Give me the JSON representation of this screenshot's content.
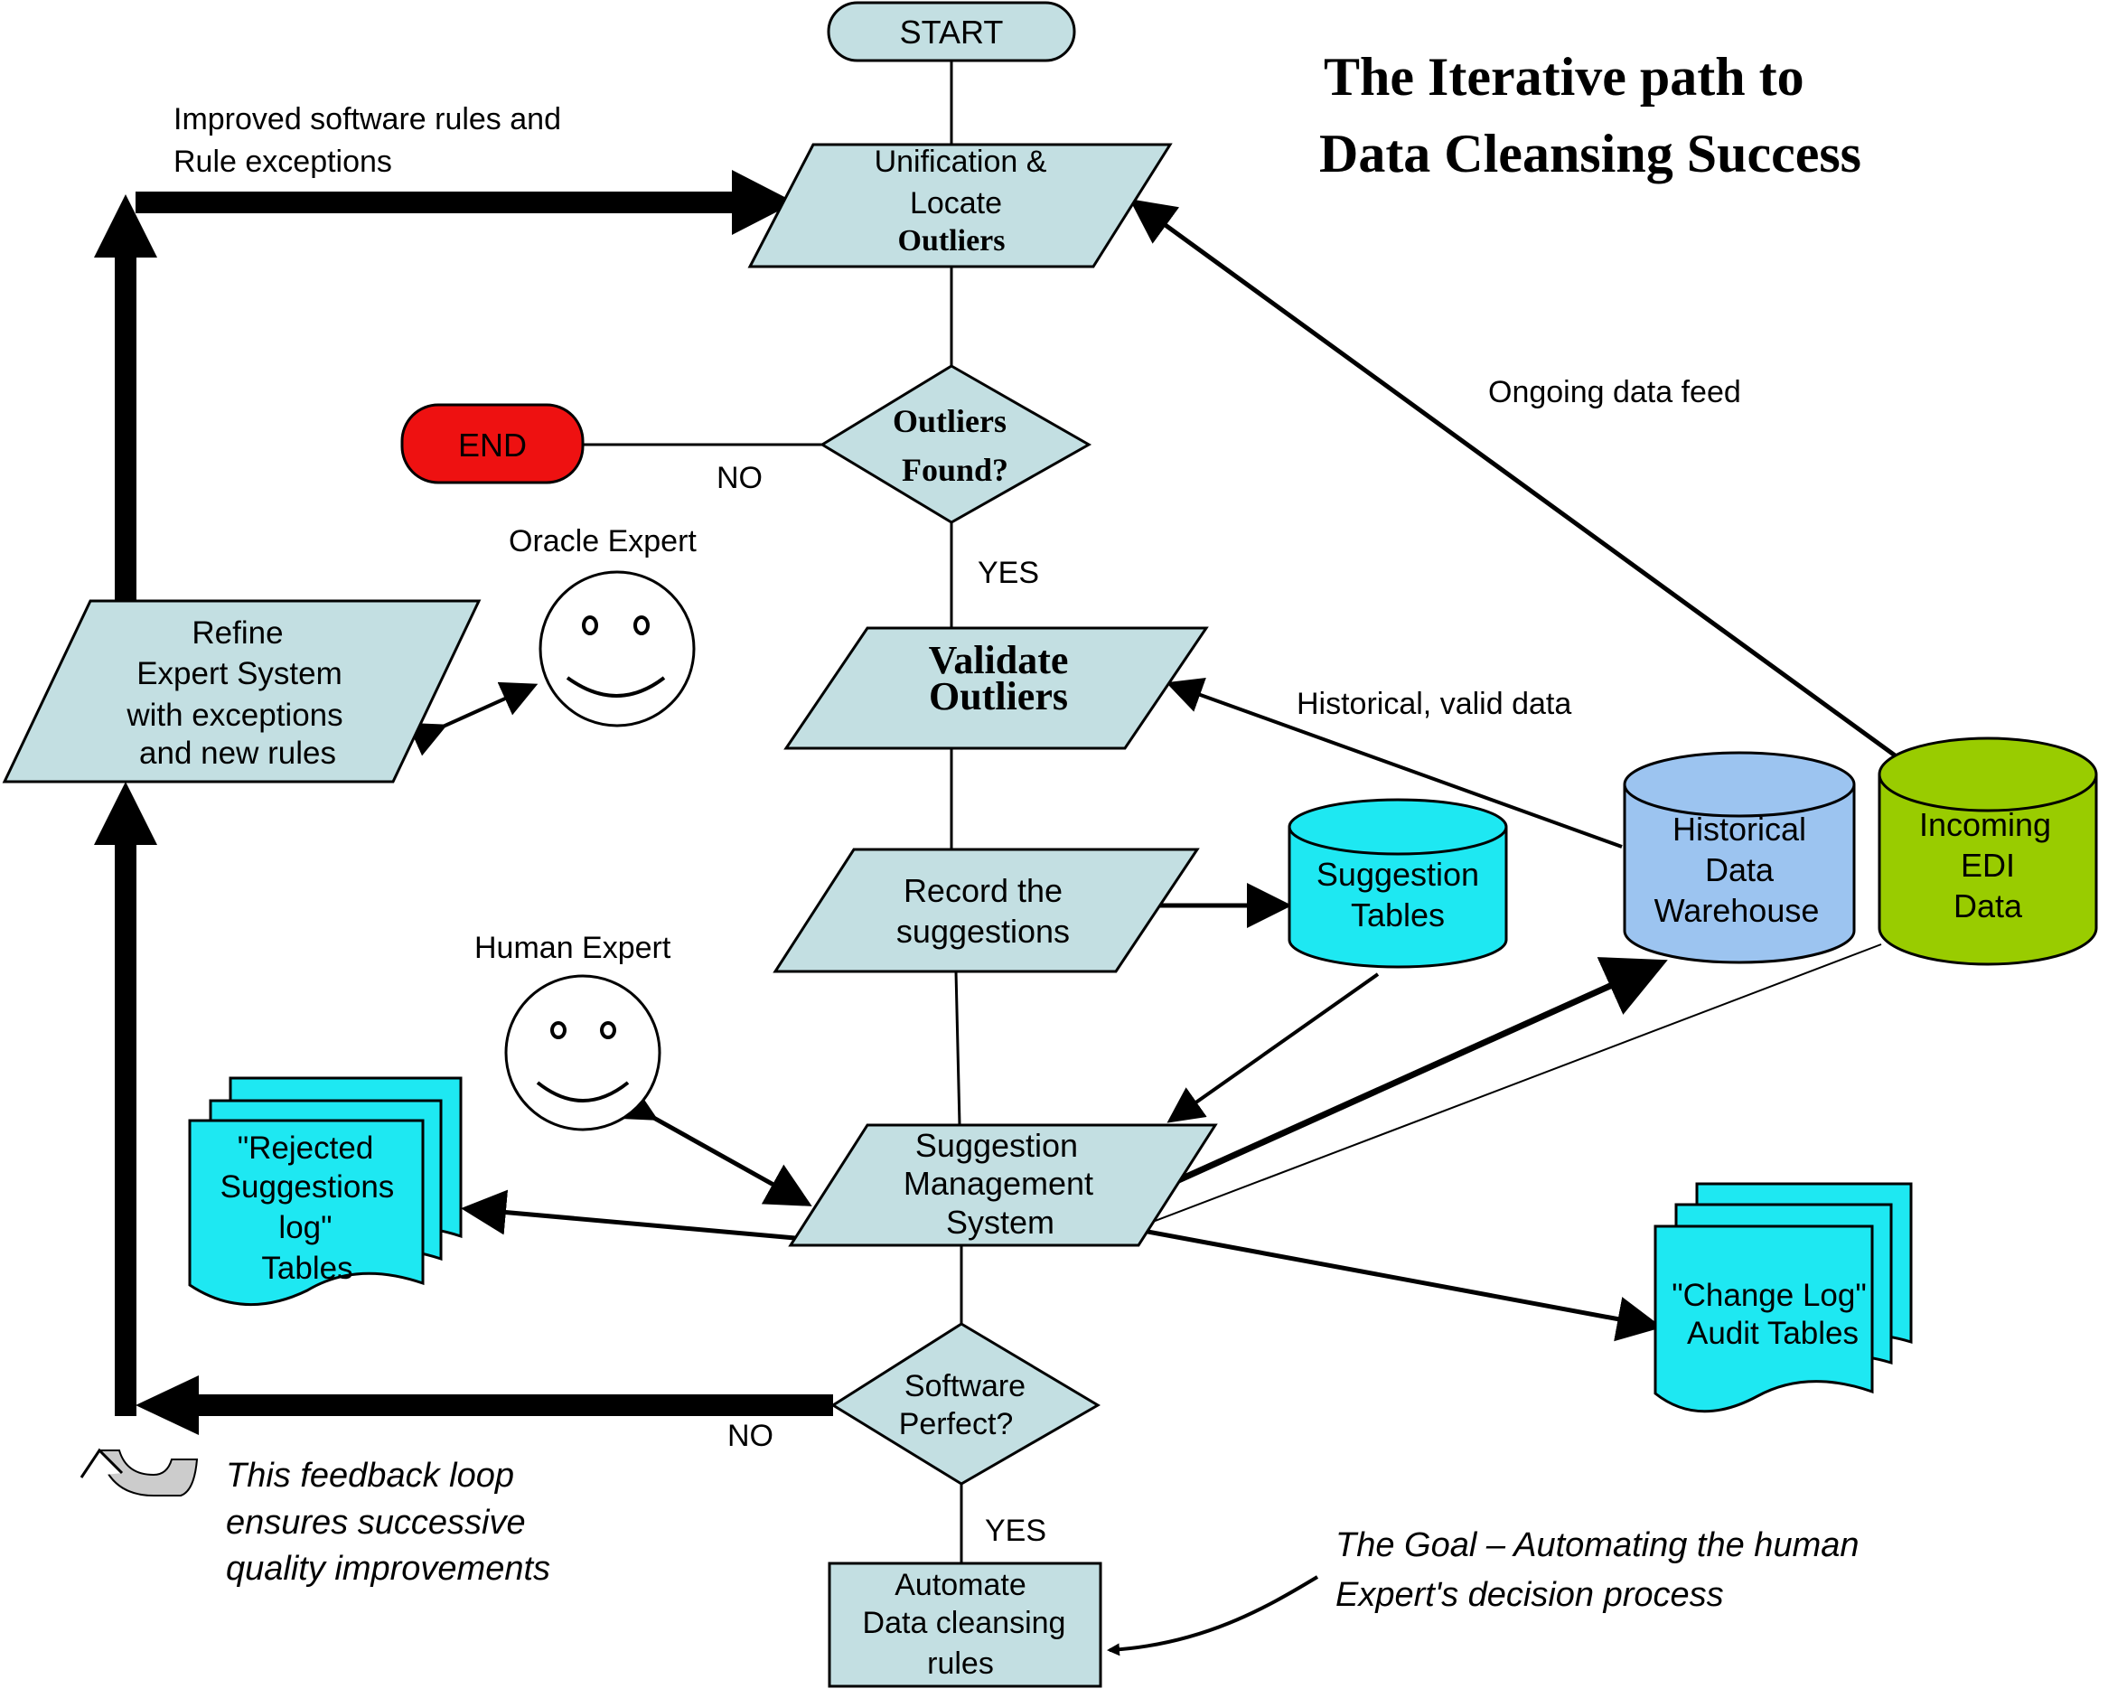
{
  "title": {
    "line1": "The Iterative path to",
    "line2": "Data Cleansing Success"
  },
  "nodes": {
    "start": "START",
    "end": "END",
    "unification": [
      "Unification &",
      "Locate",
      "Outliers"
    ],
    "outliers_found": [
      "Outliers",
      "Found?"
    ],
    "validate": [
      "Validate",
      "Outliers"
    ],
    "record": [
      "Record the",
      "suggestions"
    ],
    "suggestion_mgmt": [
      "Suggestion",
      "Management",
      "System"
    ],
    "software_perfect": [
      "Software",
      "Perfect?"
    ],
    "automate": [
      "Automate",
      "Data cleansing",
      "rules"
    ],
    "refine": [
      "Refine",
      "Expert System",
      "with exceptions",
      "and new rules"
    ],
    "suggestion_tables": [
      "Suggestion",
      "Tables"
    ],
    "historical_warehouse": [
      "Historical",
      "Data",
      "Warehouse"
    ],
    "incoming_edi": [
      "Incoming",
      "EDI",
      "Data"
    ],
    "rejected_log": [
      "\"Rejected",
      "Suggestions",
      "log\"",
      "Tables"
    ],
    "change_log": [
      "\"Change Log\"",
      "Audit Tables"
    ]
  },
  "labels": {
    "improved_rules": [
      "Improved software rules and",
      "Rule exceptions"
    ],
    "ongoing_feed": "Ongoing data feed",
    "historical_valid": "Historical, valid data",
    "no_1": "NO",
    "yes_1": "YES",
    "no_2": "NO",
    "yes_2": "YES",
    "oracle_expert": "Oracle Expert",
    "human_expert": "Human Expert",
    "feedback_note": [
      "This feedback loop",
      "ensures successive",
      "quality improvements"
    ],
    "goal_note": [
      "The Goal – Automating the human",
      "Expert's decision process"
    ]
  },
  "colors": {
    "process_fill": "#c3dfe2",
    "cyan_fill": "#1ee8f2",
    "warehouse_fill": "#9cc4f0",
    "edi_fill": "#99cc00",
    "end_fill": "#ee1111"
  }
}
